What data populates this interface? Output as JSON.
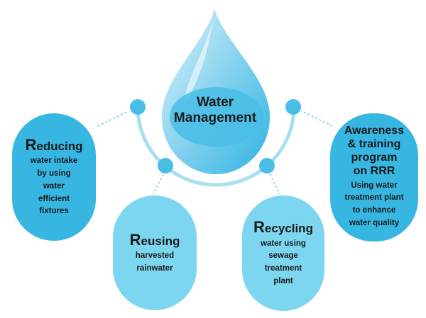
{
  "center": {
    "title_line1": "Water",
    "title_line2": "Management"
  },
  "nodes": [
    {
      "initial": "R",
      "heading_rest": "educing",
      "lines": [
        "water intake",
        "by using",
        "water",
        "efficient",
        "fixtures"
      ]
    },
    {
      "initial": "R",
      "heading_rest": "eusing",
      "lines": [
        "harvested",
        "rainwater"
      ]
    },
    {
      "initial": "R",
      "heading_rest": "ecycling",
      "lines": [
        "water using",
        "sewage",
        "treatment",
        "plant"
      ]
    },
    {
      "heading_lines": [
        "Awareness",
        "& training",
        "program",
        "on RRR"
      ],
      "lines": [
        "Using water",
        "treatment plant",
        "to enhance",
        "water quality"
      ]
    }
  ],
  "colors": {
    "dark_blue": "#37b6e2",
    "light_blue": "#7dd6f0",
    "arc": "#a8def0",
    "dot": "#49bde6",
    "drop_dark": "#2fb3e2",
    "drop_light": "#b9e7f6"
  }
}
